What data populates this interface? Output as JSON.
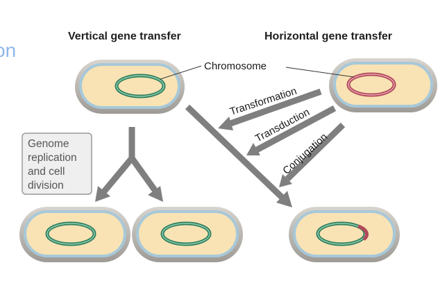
{
  "headings": {
    "vertical": "Vertical gene transfer",
    "horizontal": "Horizontal gene transfer"
  },
  "chromosome_label": "Chromosome",
  "pathways": {
    "transformation": "Transformation",
    "transduction": "Transduction",
    "conjugation": "Conjugation"
  },
  "division_box": {
    "lines": [
      "Genome",
      "replication",
      "and cell",
      "division"
    ]
  },
  "margin_scribble": "on",
  "colors": {
    "cytoplasm": "#f9e3b4",
    "cell_wall": "#a7c8d9",
    "cell_outer": "#c9c5bf",
    "chromosome_green": "#2f7d5f",
    "chromosome_red": "#b0495a",
    "arrow": "#7f7f7f",
    "box_fill": "#efefef",
    "box_border": "#9a9a9a"
  }
}
